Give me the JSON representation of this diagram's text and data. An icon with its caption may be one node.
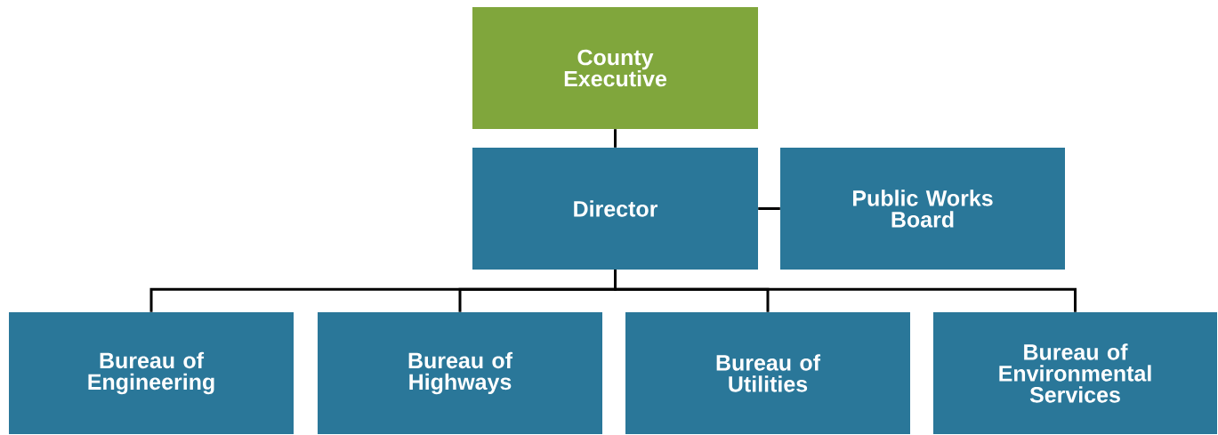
{
  "diagram": {
    "nodes": [
      {
        "text": [
          "County Executive"
        ]
      },
      {
        "text": [
          "Director"
        ]
      },
      {
        "text": [
          "Public Works Board"
        ]
      },
      {
        "text": [
          "Bureau of Engineering"
        ]
      },
      {
        "text": [
          "Bureau of Highways"
        ]
      },
      {
        "text": [
          "Bureau of Utilities"
        ]
      },
      {
        "text": [
          "Bureau of Environmental Services"
        ]
      }
    ],
    "edges": [
      {
        "from": 0,
        "to": 1,
        "arrow": "none"
      },
      {
        "from": 1,
        "to": 2,
        "arrow": "none"
      },
      {
        "from": 1,
        "to": 3,
        "arrow": "none"
      },
      {
        "from": 1,
        "to": 4,
        "arrow": "none"
      },
      {
        "from": 1,
        "to": 5,
        "arrow": "none"
      },
      {
        "from": 1,
        "to": 6,
        "arrow": "none"
      }
    ]
  }
}
